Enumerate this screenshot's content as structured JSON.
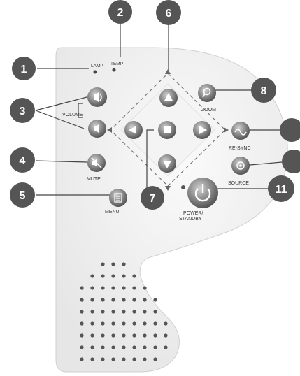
{
  "labels": {
    "lamp": "LAMP",
    "temp": "TEMP",
    "volume": "VOLUME",
    "zoom": "ZOOM",
    "re_sync": "RE-SYNC",
    "mute": "MUTE",
    "source": "SOURCE",
    "menu": "MENU",
    "power_line1": "POWER/",
    "power_line2": "STANDBY"
  },
  "callouts": {
    "c1": "1",
    "c2": "2",
    "c3": "3",
    "c4": "4",
    "c5": "5",
    "c6": "6",
    "c7": "7",
    "c8": "8",
    "c11": "11"
  },
  "colors": {
    "callout": "#555555",
    "remote_body": "#efefef",
    "button": "#8a8a8a",
    "button_dark": "#5a5a5a",
    "outline": "#d6d6d6"
  }
}
